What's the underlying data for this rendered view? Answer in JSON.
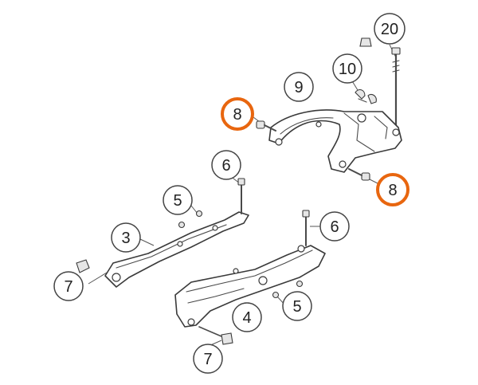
{
  "callouts": [
    {
      "id": "c20",
      "label": "20",
      "highlight": false
    },
    {
      "id": "c10",
      "label": "10",
      "highlight": false
    },
    {
      "id": "c9",
      "label": "9",
      "highlight": false
    },
    {
      "id": "c8a",
      "label": "8",
      "highlight": true
    },
    {
      "id": "c8b",
      "label": "8",
      "highlight": true
    },
    {
      "id": "c6a",
      "label": "6",
      "highlight": false
    },
    {
      "id": "c6b",
      "label": "6",
      "highlight": false
    },
    {
      "id": "c5a",
      "label": "5",
      "highlight": false
    },
    {
      "id": "c5b",
      "label": "5",
      "highlight": false
    },
    {
      "id": "c3",
      "label": "3",
      "highlight": false
    },
    {
      "id": "c4",
      "label": "4",
      "highlight": false
    },
    {
      "id": "c7a",
      "label": "7",
      "highlight": false
    },
    {
      "id": "c7b",
      "label": "7",
      "highlight": false
    }
  ],
  "colors": {
    "highlight": "#e8660f",
    "line": "#3a3a3a"
  }
}
